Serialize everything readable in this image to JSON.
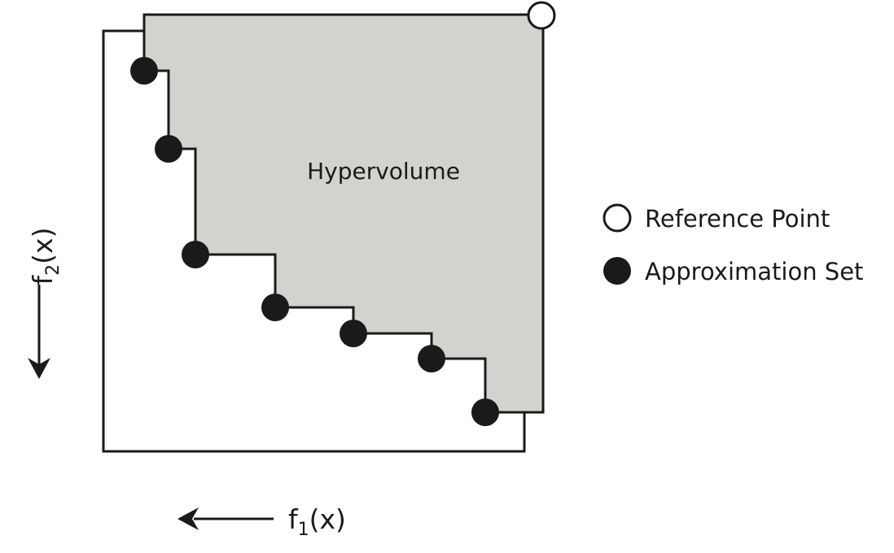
{
  "diagram": {
    "region_label": "Hypervolume",
    "legend": {
      "reference_point": "Reference Point",
      "approximation_set": "Approximation Set"
    },
    "axes": {
      "x_label_main": "f",
      "x_label_sub": "1",
      "x_label_tail": "(x)",
      "y_label_main": "f",
      "y_label_sub": "2",
      "y_label_tail": "(x)"
    }
  },
  "colors": {
    "shaded_region": "#d3d2ce",
    "stroke": "#1a1a1a",
    "approx_point": "#1a1a1a",
    "reference_point_fill": "#ffffff"
  },
  "icons": {
    "reference_point": "hollow-circle",
    "approximation_point": "filled-circle",
    "direction_arrow": "arrow"
  }
}
